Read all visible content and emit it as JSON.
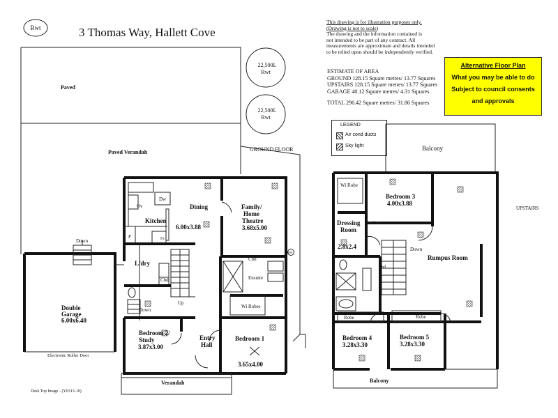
{
  "header": {
    "badge": "Rwt",
    "title": "3 Thomas Way, Hallett Cove"
  },
  "disclaimer": {
    "line1": "This drawing is for illustration purposes only.",
    "line2": "(Drawing is not to scale)",
    "body": [
      "The drawing and the information contained is",
      "not intended to be part of any contract.  All",
      "measurements are approximate and details intended",
      "to be relied upon should be independently verified."
    ]
  },
  "alt_plan": {
    "heading": "Alternative Floor Plan",
    "lines": [
      "What you may be able to do",
      "Subject to council consents",
      "and approvals"
    ],
    "bg_color": "#ffff00"
  },
  "estimate": {
    "heading": "ESTIMATE OF AREA",
    "rows": [
      "GROUND 128.15 Square metres/  13.77 Squares",
      "UPSTAIRS 128.15 Square metres/  13.77 Squares",
      "GARAGE  40.12 Square metres/  4.31 Squares"
    ],
    "total": "TOTAL  296.42 Square metres/ 31.86 Squares"
  },
  "legend": {
    "title": "LEGEND",
    "items": [
      "Air cond ducts",
      "Sky light"
    ]
  },
  "tanks": [
    "22,500L\nRwt",
    "22,500L\nRwt"
  ],
  "tank_lines": [
    [
      "22,500L",
      "Rwt"
    ],
    [
      "22,500L",
      "Rwt"
    ]
  ],
  "ground": {
    "label": "GROUND FLOOR",
    "labels": {
      "paved": "Paved",
      "verandah_top": "Paved Verandah",
      "down": "Down",
      "garage": "Double",
      "garage2": "Garage",
      "garage_size": "6.00x6.40",
      "roller": "Electronic Roller Door",
      "kitchen": "Kitchen",
      "dw": "Dw",
      "ov": "Ov",
      "dining": "Dining",
      "dining_size": "6.00x3.88",
      "family": "Family/",
      "home": "Home",
      "theatre": "Theatre",
      "family_size": "3.68x5.00",
      "p": "P",
      "fs": "Fs",
      "ldry": "L/dry",
      "cbd1": "Cbd",
      "cbd2": "Cbd",
      "up": "Up",
      "down2": "Down",
      "ensuite": "Ensuite",
      "wirobes": "Wi Robes",
      "bed2": "Bedroom 2/",
      "study": "Study",
      "bed2_size": "3.87x3.00",
      "entry": "Entry",
      "hall": "Hall",
      "bed1": "Bedroom 1",
      "bed1_size": "3.65x4.00",
      "verandah": "Verandah",
      "hw": "HW",
      "footer": "Desk Top Image - (Y0313-10)"
    }
  },
  "upstairs": {
    "label": "UPSTAIRS",
    "labels": {
      "balcony_top": "Balcony",
      "wirobe": "Wi Robe",
      "bed3": "Bedroom  3",
      "bed3_size": "4.00x3.88",
      "dressing": "Dressing",
      "room": "Room",
      "dress_size": "2.8x2.4",
      "down": "Down",
      "cbd": "Cbd",
      "rumpus": "Rumpus Room",
      "robe1": "Robe",
      "robe2": "Robe",
      "bed4": "Bedroom 4",
      "bed4_size": "3.28x3.30",
      "bed5": "Bedroom 5",
      "bed5_size": "3.28x3.30",
      "balcony_bottom": "Balcony"
    }
  }
}
